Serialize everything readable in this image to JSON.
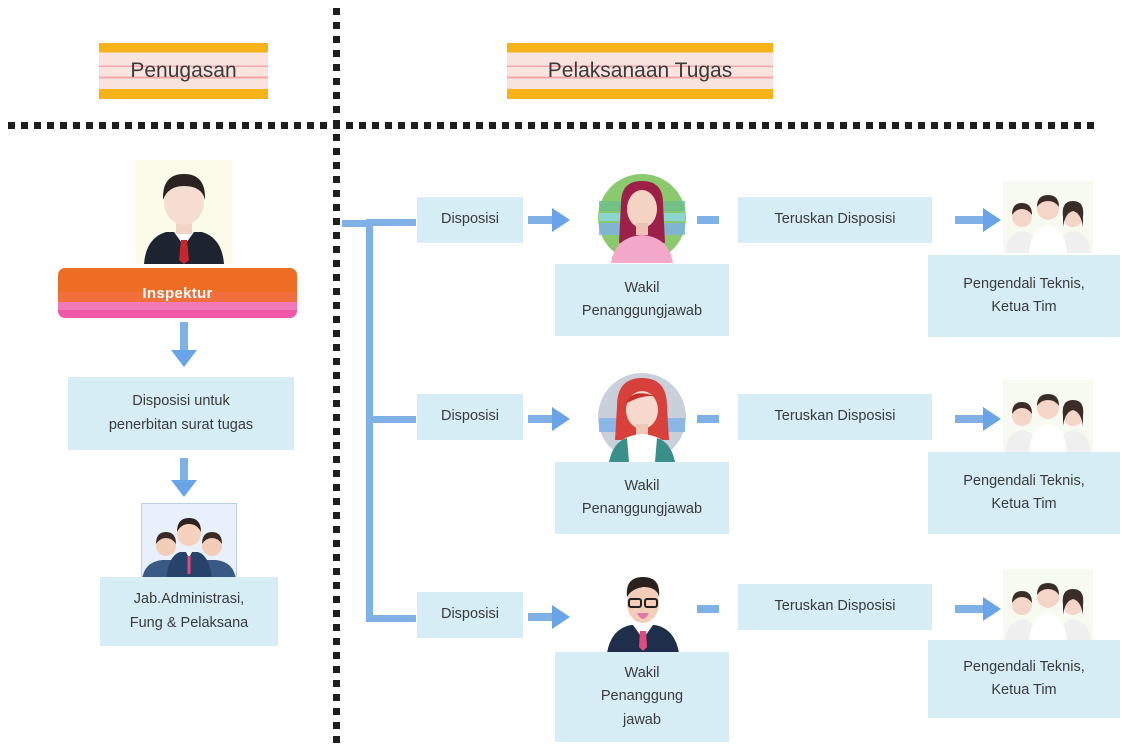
{
  "headers": {
    "left": "Penugasan",
    "right": "Pelaksanaan Tugas"
  },
  "left": {
    "inspektur": "Inspektur",
    "disposisi_box": "Disposisi untuk\npenerbitan surat tugas",
    "staff_box": "Jab.Administrasi,\nFung & Pelaksana"
  },
  "rows": [
    {
      "disposisi": "Disposisi",
      "wakil": "Wakil\nPenanggungjawab",
      "teruskan": "Teruskan Disposisi",
      "pengendali": "Pengendali Teknis,\nKetua Tim"
    },
    {
      "disposisi": "Disposisi",
      "wakil": "Wakil\nPenanggungjawab",
      "teruskan": "Teruskan Disposisi",
      "pengendali": "Pengendali Teknis,\nKetua Tim"
    },
    {
      "disposisi": "Disposisi",
      "wakil": "Wakil\nPenanggung\njawab",
      "teruskan": "Teruskan Disposisi",
      "pengendali": "Pengendali Teknis,\nKetua Tim"
    }
  ],
  "colors": {
    "box": "#d7edf5",
    "arrow": "#6aa4e8",
    "header": "#f7b21a",
    "inspektur": "#ee6d25"
  }
}
